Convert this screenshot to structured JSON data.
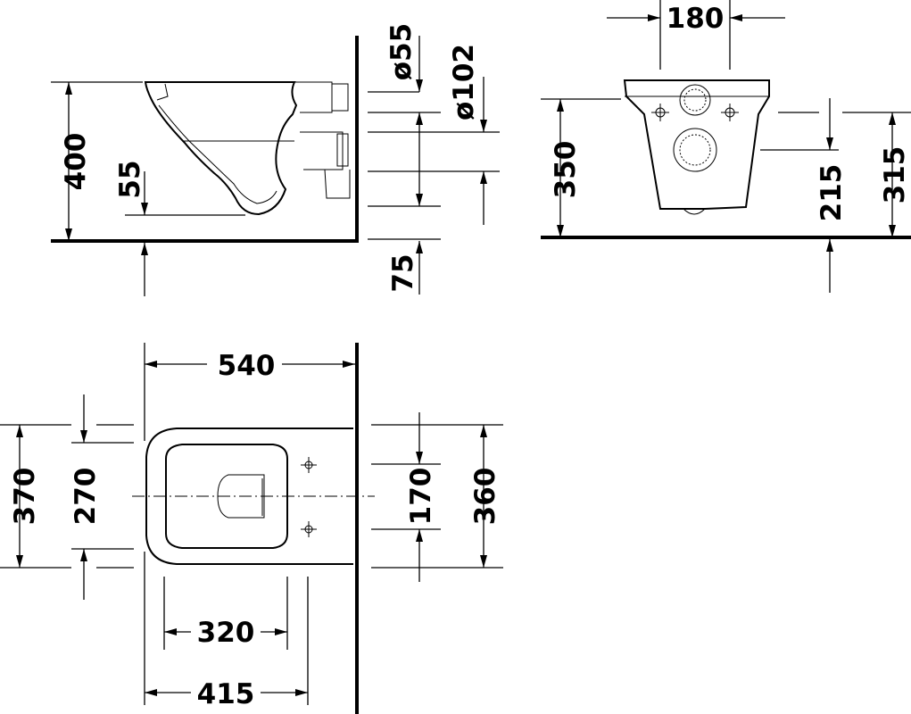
{
  "dimensions": {
    "side_height": "400",
    "side_rim_offset": "55",
    "side_outlet_diameter_small": "ø55",
    "side_outlet_diameter_large": "ø102",
    "side_outlet_height": "75",
    "rear_bolt_spacing": "180",
    "rear_height": "350",
    "rear_outlet_height": "215",
    "rear_inlet_height": "315",
    "plan_length": "540",
    "plan_width": "370",
    "plan_inner_width": "270",
    "plan_bolt_spacing": "170",
    "plan_wall_width": "360",
    "plan_bolt_depth": "320",
    "plan_depth": "415"
  }
}
